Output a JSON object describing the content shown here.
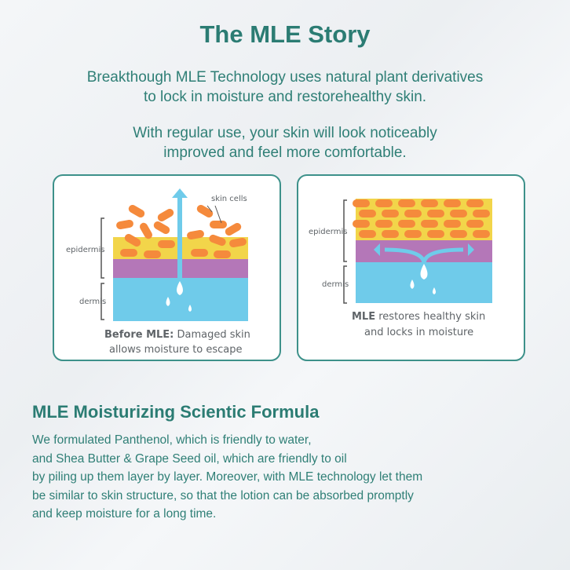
{
  "header": {
    "title": "The MLE Story"
  },
  "intro": {
    "p1": [
      "Breakthough MLE Technology uses natural plant derivatives",
      "to lock in moisture and restorehealthy skin."
    ],
    "p2": [
      "With regular use, your skin will look noticeably",
      "improved and feel more comfortable."
    ]
  },
  "panels": [
    {
      "label_epidermis": "epidermis",
      "label_dermis": "dermis",
      "label_cells": "skin cells",
      "caption_bold": "Before MLE:",
      "caption_rest": " Damaged skin",
      "caption_line2": "allows moisture to escape"
    },
    {
      "label_epidermis": "epidermis",
      "label_dermis": "dermis",
      "caption_bold": "MLE",
      "caption_rest": " restores healthy skin",
      "caption_line2": "and locks in moisture"
    }
  ],
  "formula": {
    "title": "MLE Moisturizing Scientic Formula",
    "lines": [
      "We formulated Panthenol, which is friendly to water,",
      "and Shea Butter & Grape Seed oil, which are friendly to oil",
      "by piling up them layer by layer. Moreover, with MLE technology let them",
      "be similar to skin structure, so that the lotion can be absorbed promptly",
      "and keep moisture for a long time."
    ]
  },
  "colors": {
    "teal": "#2b7c73",
    "orange": "#f58a3c",
    "yellow": "#f2d54a",
    "purple": "#b477b8",
    "blue": "#6fcbea"
  }
}
